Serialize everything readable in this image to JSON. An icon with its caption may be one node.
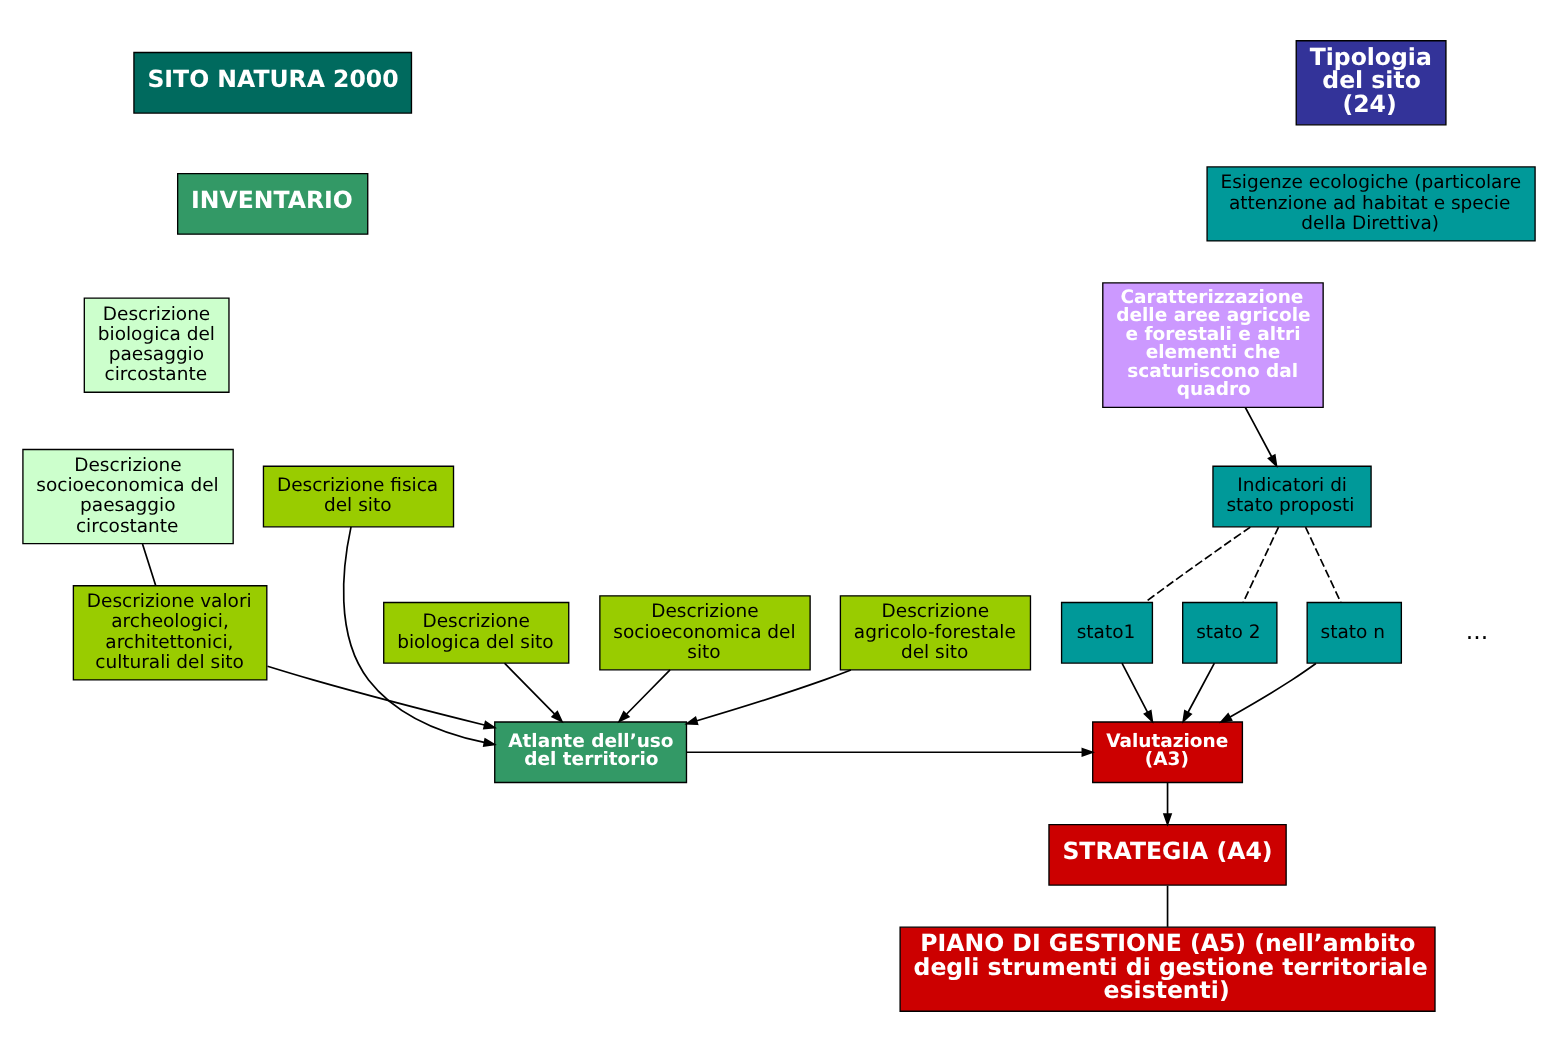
{
  "diagram": {
    "nodes": [
      {
        "text": [
          "SITO NATURA 2000"
        ]
      },
      {
        "text": [
          "INVENTARIO"
        ]
      },
      {
        "text": [
          "Descrizione biologica del paesaggio circostante"
        ]
      },
      {
        "text": [
          "Descrizione socioeconomica del paesaggio circostante"
        ]
      },
      {
        "text": [
          "Descrizione fisica del sito"
        ]
      },
      {
        "text": [
          "Descrizione biologica del sito"
        ]
      },
      {
        "text": [
          "Descrizione socioeconomica del sito"
        ]
      },
      {
        "text": [
          "Descrizione agricolo-forestale del sito"
        ]
      },
      {
        "text": [
          "Descrizione valori archeologici, architettonici, culturali del sito"
        ]
      },
      {
        "text": [
          "Atlante dell’uso del territorio"
        ]
      },
      {
        "text": [
          "Caratterizzazione delle aree agricole e forestali e altri elementi che scaturiscono dal quadro"
        ]
      },
      {
        "text": [
          "Tipologia del sito (24)"
        ]
      },
      {
        "text": [
          "Esigenze ecologiche (particolare attenzione ad habitat e specie della Direttiva)"
        ]
      },
      {
        "text": [
          "Indicatori di stato proposti"
        ]
      },
      {
        "text": [
          "stato1"
        ]
      },
      {
        "text": [
          "stato 2"
        ]
      },
      {
        "text": [
          "stato n"
        ]
      },
      {
        "text": [
          "Valutazione (A3)"
        ]
      },
      {
        "text": [
          "STRATEGIA (A4)"
        ]
      },
      {
        "text": [
          "PIANO DI GESTIONE (A5) (nell’ambito degli strumenti di gestione territoriale esistenti)"
        ]
      }
    ],
    "edges": [
      {
        "from": 4,
        "to": 9,
        "arrow": "to"
      },
      {
        "from": 5,
        "to": 9,
        "arrow": "to"
      },
      {
        "from": 6,
        "to": 9,
        "arrow": "to"
      },
      {
        "from": 7,
        "to": 9,
        "arrow": "to"
      },
      {
        "from": 8,
        "to": 9,
        "arrow": "to"
      },
      {
        "from": 3,
        "to": 8,
        "arrow": "none"
      },
      {
        "from": 9,
        "to": 17,
        "arrow": "to"
      },
      {
        "from": 10,
        "to": 13,
        "arrow": "to"
      },
      {
        "from": 13,
        "to": 14,
        "arrow": "none",
        "style": "dashed"
      },
      {
        "from": 13,
        "to": 15,
        "arrow": "none",
        "style": "dashed"
      },
      {
        "from": 13,
        "to": 16,
        "arrow": "none",
        "style": "dashed"
      },
      {
        "from": 14,
        "to": 17,
        "arrow": "to"
      },
      {
        "from": 15,
        "to": 17,
        "arrow": "to"
      },
      {
        "from": 16,
        "to": 17,
        "arrow": "to"
      },
      {
        "from": 17,
        "to": 18,
        "arrow": "to"
      },
      {
        "from": 18,
        "to": 19,
        "arrow": "none"
      }
    ],
    "labels": [
      "..."
    ]
  }
}
